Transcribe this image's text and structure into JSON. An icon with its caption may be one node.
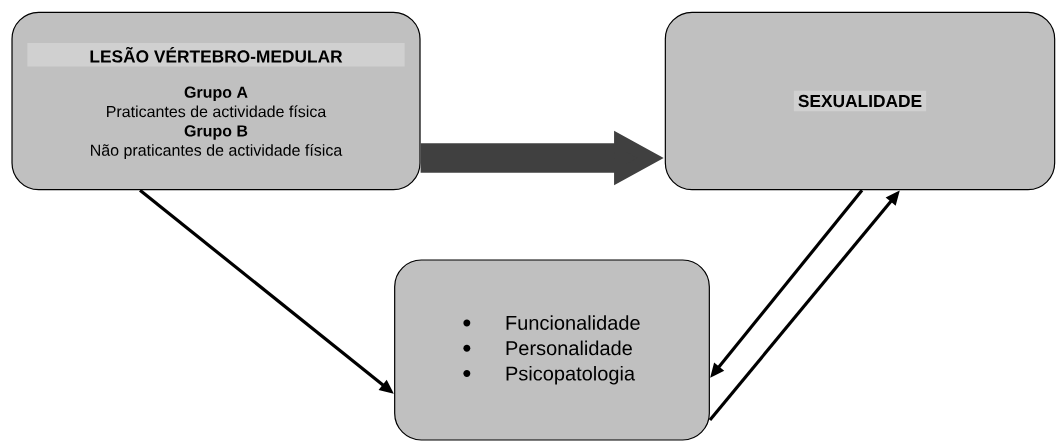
{
  "diagram": {
    "nodes": [
      {
        "text": [
          "LESÃO VÉRTEBRO-MEDULAR",
          "Grupo A",
          "Praticantes de actividade física",
          "Grupo B",
          "Não praticantes de actividade física"
        ]
      },
      {
        "text": [
          "SEXUALIDADE"
        ]
      },
      {
        "text": [
          "Funcionalidade",
          "Personalidade",
          "Psicopatologia"
        ]
      }
    ],
    "edges": [
      {
        "from": 0,
        "to": 1,
        "arrow": "to",
        "style": "thick",
        "color": "#404040"
      },
      {
        "from": 0,
        "to": 2,
        "arrow": "to"
      },
      {
        "from": 1,
        "to": 2,
        "arrow": "to"
      },
      {
        "from": 2,
        "to": 1,
        "arrow": "to"
      }
    ]
  }
}
